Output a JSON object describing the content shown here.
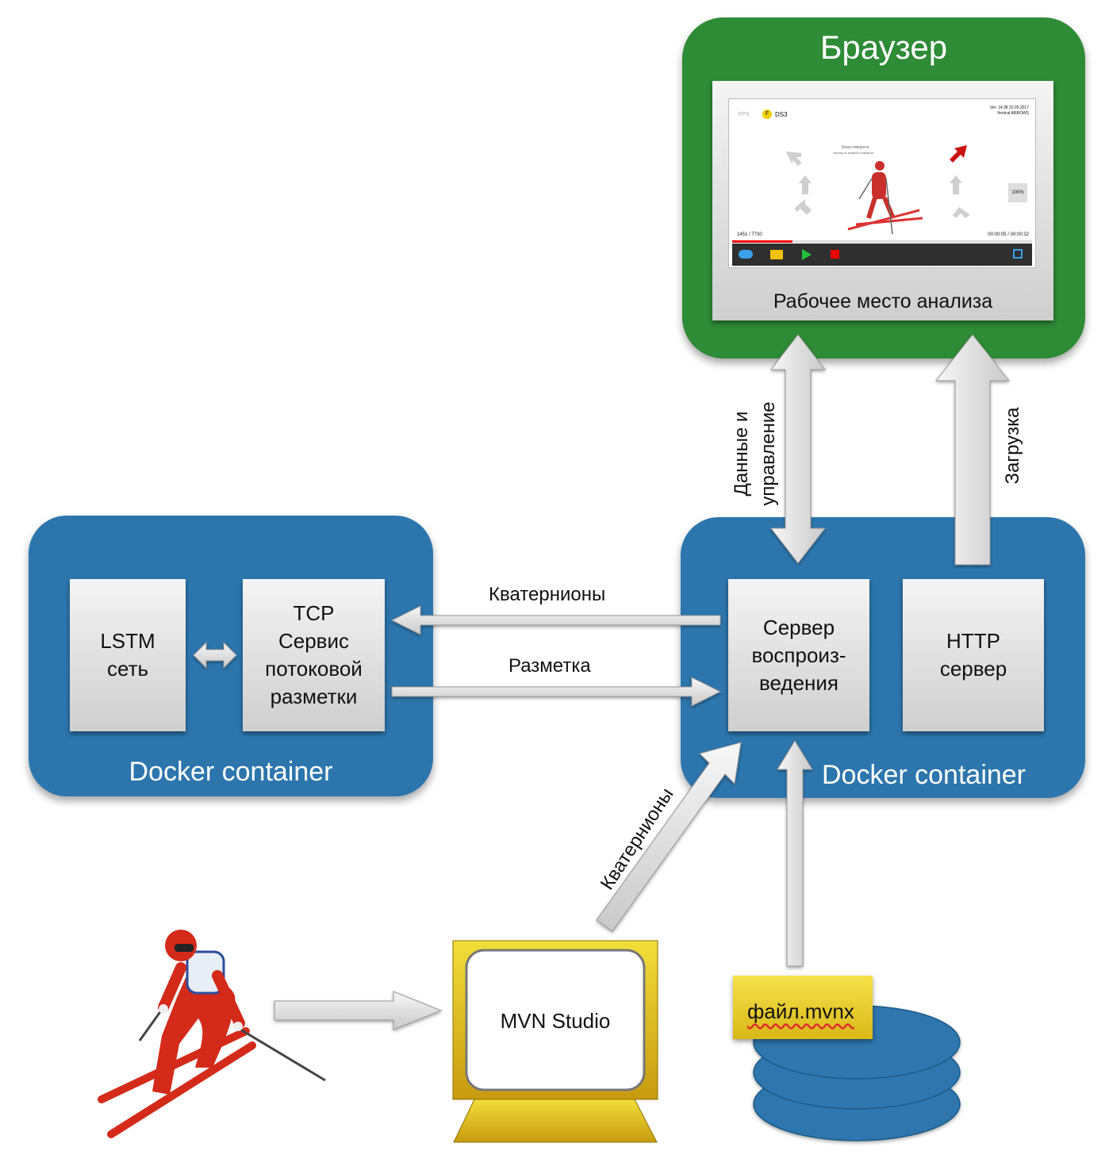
{
  "browser": {
    "title": "Браузер",
    "workspace_label": "Рабочее место анализа",
    "screen": {
      "fps": "FPS",
      "badge": "F",
      "ds": "DS3",
      "version": "Ver: 14:38  22.05.2017",
      "vertical": "Vertical ARROWS",
      "frame": "1451 / 7730",
      "time": "00:00:05 / 00:00:32",
      "zoom": "100%",
      "phase_line1": "Фаза поворота:",
      "phase_line2": "выход из правого поворота",
      "progress": 0.2
    }
  },
  "left_container": {
    "title": "Docker container",
    "lstm": "LSTM\nсеть",
    "tcp": "TCP\nСервис\nпотоковой\nразметки"
  },
  "right_container": {
    "title": "Docker container",
    "playback": "Сервер\nвоспроиз-\nведения",
    "http": "HTTP\nсервер"
  },
  "arrows": {
    "quaternions_top": "Кватернионы",
    "markup": "Разметка",
    "data_control": "Данные и\nуправление",
    "download": "Загрузка",
    "quaternions_diag": "Кватернионы"
  },
  "mvn": {
    "label": "MVN Studio"
  },
  "file": {
    "label": "файл.mvnx"
  },
  "colors": {
    "container_blue": "#2d76ad",
    "browser_green": "#2e8b36",
    "monitor_yellow": "#e8c21a",
    "skier_red": "#d42a1a"
  }
}
